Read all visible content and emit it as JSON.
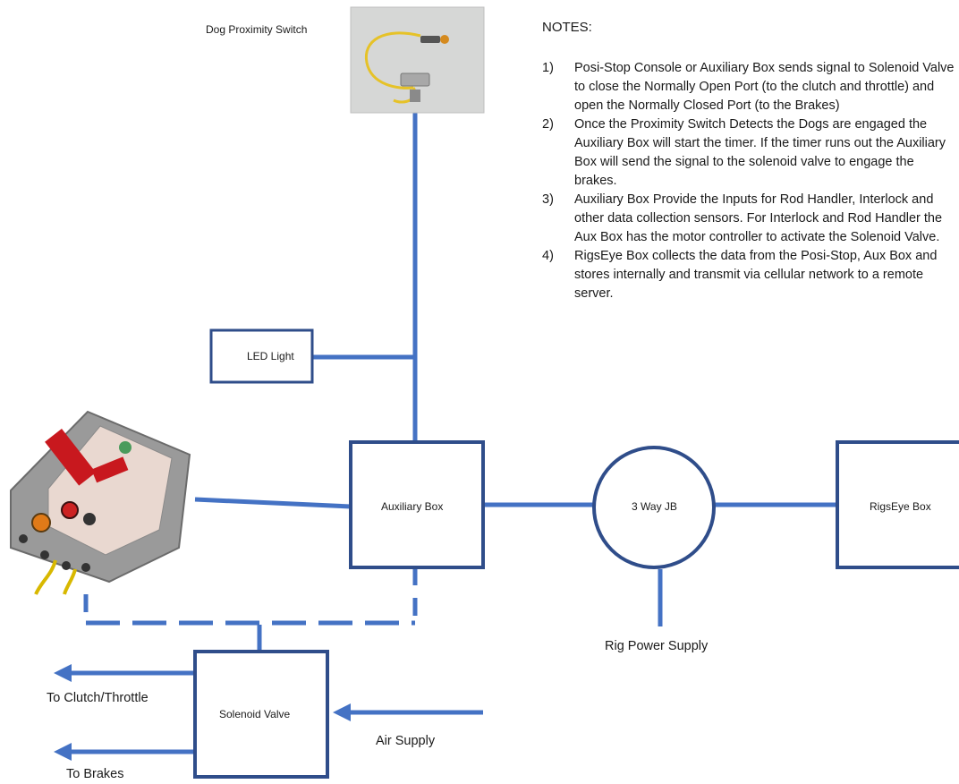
{
  "components": {
    "dog_proximity_switch": "Dog Proximity Switch",
    "led_light": "LED Light",
    "auxiliary_box": "Auxiliary Box",
    "three_way_jb": "3 Way JB",
    "rigseye_box": "RigsEye Box",
    "solenoid_valve": "Solenoid Valve",
    "rig_power_supply": "Rig Power Supply",
    "air_supply": "Air Supply",
    "to_clutch_throttle": "To Clutch/Throttle",
    "to_brakes": "To Brakes"
  },
  "notes": {
    "title": "NOTES:",
    "items": [
      {
        "num": "1)",
        "text": "Posi-Stop Console or Auxiliary Box sends signal to Solenoid Valve to close the Normally Open Port (to the clutch and throttle) and open the Normally Closed Port (to the Brakes)"
      },
      {
        "num": "2)",
        "text": "Once the Proximity Switch Detects the Dogs are engaged the Auxiliary Box will start the timer. If the timer runs out the Auxiliary Box will send the signal to the solenoid valve to engage the brakes."
      },
      {
        "num": "3)",
        "text": "Auxiliary Box Provide the Inputs for Rod Handler, Interlock and other data collection sensors. For Interlock and Rod Handler the Aux Box has the motor controller to activate the Solenoid Valve."
      },
      {
        "num": "4)",
        "text": "RigsEye Box collects the data from the Posi-Stop, Aux Box and stores internally and transmit via cellular network to a remote server."
      }
    ]
  },
  "colors": {
    "line": "#4472C4",
    "box_border": "#2F4D8A",
    "text": "#1a1a1a"
  }
}
